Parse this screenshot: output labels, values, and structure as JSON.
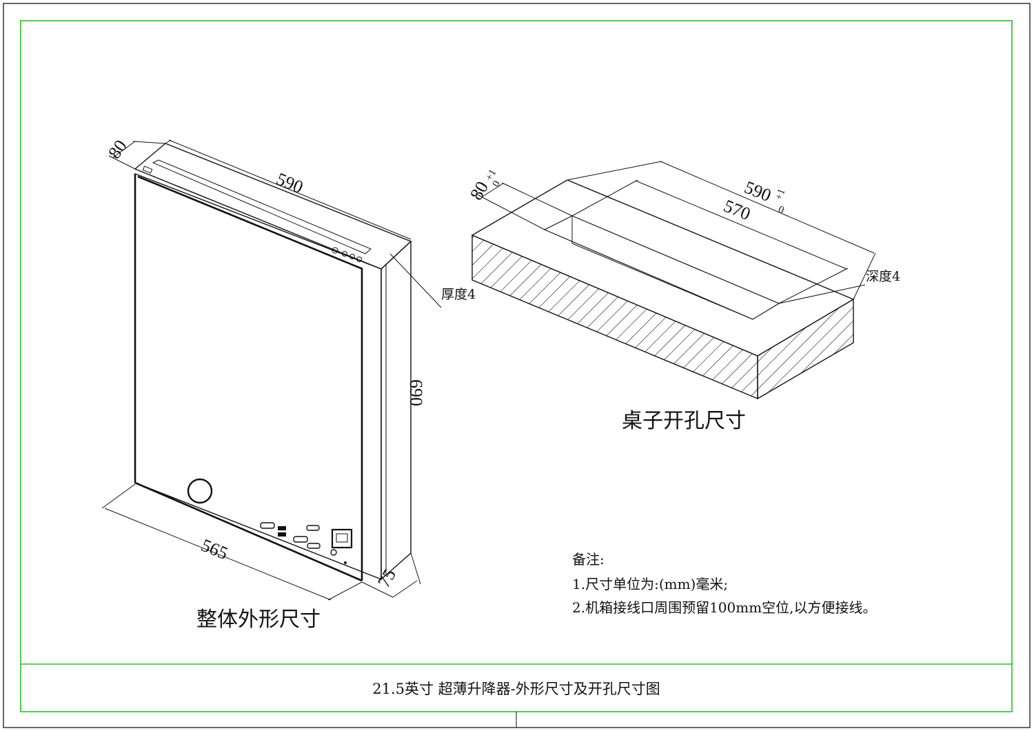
{
  "drawing": {
    "colors": {
      "frame_green": "#22c022",
      "line": "#111111",
      "border": "#333333"
    }
  },
  "left_view": {
    "caption": "整体外形尺寸",
    "dims": {
      "width_top": "590",
      "depth_top": "80",
      "height": "690",
      "width_bottom": "565",
      "depth_bottom": "75"
    },
    "thickness_label": "厚度4"
  },
  "right_view": {
    "caption": "桌子开孔尺寸",
    "dims": {
      "width_outer": "590",
      "width_outer_tol_upper": "+1",
      "width_outer_tol_lower": "0",
      "width_inner": "570",
      "depth": "80",
      "depth_tol_upper": "+1",
      "depth_tol_lower": "0"
    },
    "depth_label": "深度4"
  },
  "notes": {
    "heading": "备注:",
    "items": [
      "1.尺寸单位为:(mm)毫米;",
      "2.机箱接线口周围预留100mm空位,以方便接线。"
    ]
  },
  "title_block": {
    "title": "21.5英寸 超薄升降器-外形尺寸及开孔尺寸图"
  }
}
